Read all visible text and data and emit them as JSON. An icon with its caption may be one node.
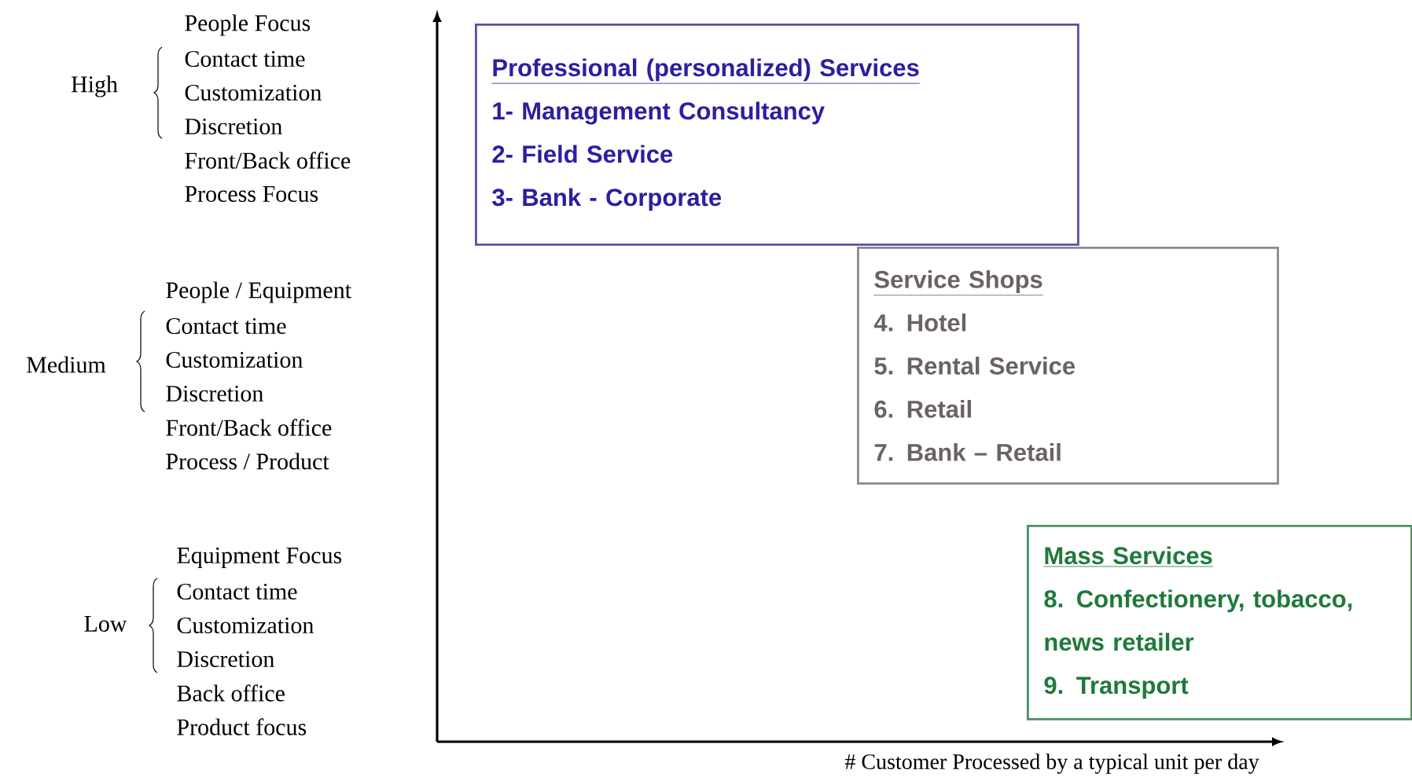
{
  "diagram": {
    "nodes": [
      {
        "text": [
          "Professional (personalized) Services",
          "1- Management Consultancy",
          "2- Field Service",
          "3- Bank - Corporate"
        ]
      },
      {
        "text": [
          "Service Shops",
          "4. Hotel",
          "5. Rental Service",
          "6. Retail",
          "7. Bank – Retail"
        ]
      },
      {
        "text": [
          "Mass Services",
          "8. Confectionery, tobacco, news retailer",
          "9. Transport"
        ]
      }
    ],
    "edges": [],
    "labels": [
      "High",
      "People Focus",
      "Contact time",
      "Customization",
      "Discretion",
      "Front/Back office",
      "Process Focus",
      "Medium",
      "People / Equipment",
      "Contact time",
      "Customization",
      "Discretion",
      "Front/Back office",
      "Process / Product",
      "Low",
      "Equipment Focus",
      "Contact time",
      "Customization",
      "Discretion",
      "Back office",
      "Product focus",
      "# Customer Processed by a typical unit per day"
    ]
  }
}
